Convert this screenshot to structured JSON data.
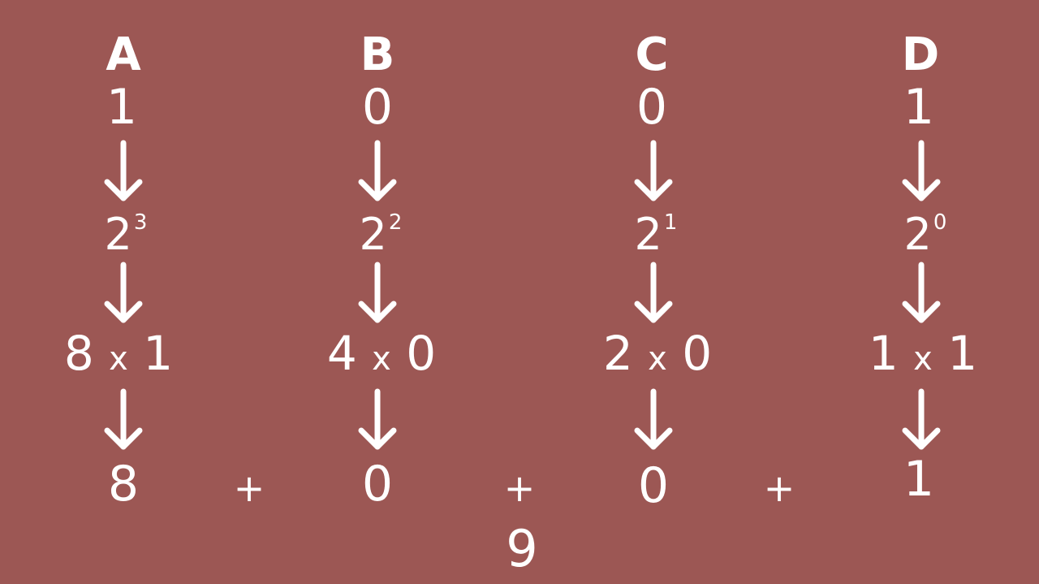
{
  "colors": {
    "background": "#9c5754",
    "foreground": "#ffffff"
  },
  "columns": [
    {
      "letter": "A",
      "bit": "1",
      "base": "2",
      "exponent": "3",
      "multiplier": "8",
      "times": "x",
      "digit": "1",
      "value": "8"
    },
    {
      "letter": "B",
      "bit": "0",
      "base": "2",
      "exponent": "2",
      "multiplier": "4",
      "times": "x",
      "digit": "0",
      "value": "0"
    },
    {
      "letter": "C",
      "bit": "0",
      "base": "2",
      "exponent": "1",
      "multiplier": "2",
      "times": "x",
      "digit": "0",
      "value": "0"
    },
    {
      "letter": "D",
      "bit": "1",
      "base": "2",
      "exponent": "0",
      "multiplier": "1",
      "times": "x",
      "digit": "1",
      "value": "1"
    }
  ],
  "operators": [
    "+",
    "+",
    "+"
  ],
  "result": "9",
  "icons": [
    "down-arrow-icon"
  ]
}
